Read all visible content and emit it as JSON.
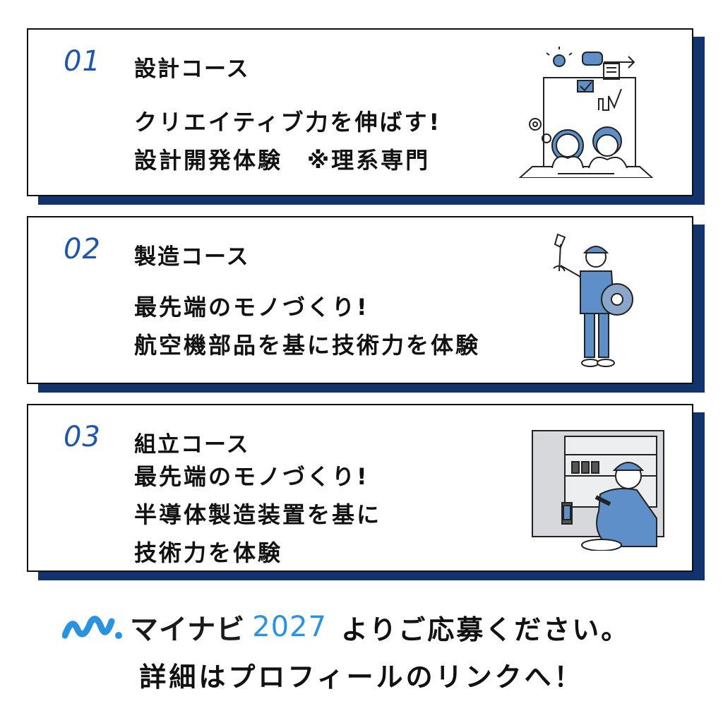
{
  "courses": [
    {
      "number": "01",
      "title": "設計コース",
      "lines": [
        "クリエイティブ力を伸ばす!",
        "設計開発体験　※理系専門"
      ],
      "illustration_icon": "designers-laptop-icon"
    },
    {
      "number": "02",
      "title": "製造コース",
      "lines": [
        "最先端のモノづくり!",
        "航空機部品を基に技術力を体験"
      ],
      "illustration_icon": "worker-wrench-icon"
    },
    {
      "number": "03",
      "title": "組立コース",
      "lines": [
        "最先端のモノづくり!",
        "半導体製造装置を基に",
        "技術力を体験"
      ],
      "illustration_icon": "technician-machine-icon"
    }
  ],
  "footer": {
    "brand_name": "マイナビ",
    "brand_year": "2027",
    "apply_text": "よりご応募ください。",
    "link_text": "詳細はプロフィールのリンクへ！"
  },
  "colors": {
    "accent": "#1f56a8",
    "shadow": "#12336e",
    "brand_blue": "#2a93e0"
  }
}
